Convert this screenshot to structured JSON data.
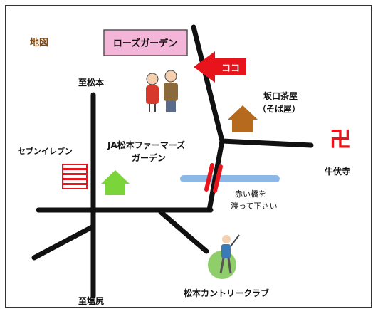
{
  "map": {
    "title": "地図",
    "destination": "ローズガーデン",
    "here_marker": "ココ",
    "places": {
      "north": "至松本",
      "south": "至塩尻",
      "seven_eleven": "セブンイレブン",
      "ja_line1": "JA松本ファーマーズ",
      "ja_line2": "ガーデン",
      "sakaguchi_line1": "坂口茶屋",
      "sakaguchi_line2": "（そば屋）",
      "temple": "牛伏寺",
      "golf": "松本カントリークラブ"
    },
    "bridge_note_line1": "赤い橋を",
    "bridge_note_line2": "渡って下さい",
    "temple_symbol": "卍"
  },
  "colors": {
    "road": "#111111",
    "river": "#8cb8e8",
    "bridge": "#e8141c",
    "arrow": "#e8141c",
    "label_brown": "#7a4a1a",
    "destination_box": "#f4b6d8",
    "house_brown": "#b56a1e",
    "house_green": "#7ad43a",
    "temple": "#e8141c",
    "store": "#e8141c"
  }
}
